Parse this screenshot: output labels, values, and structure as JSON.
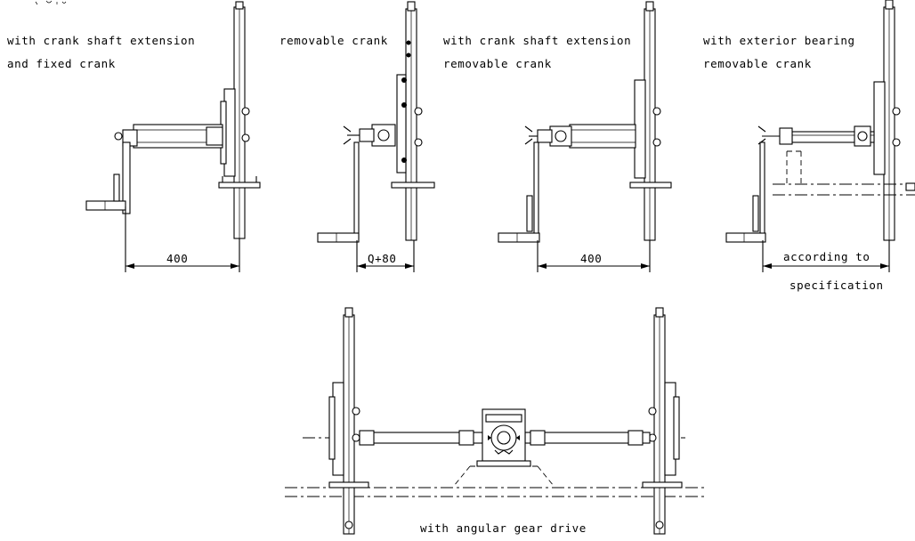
{
  "variants": [
    {
      "caption_lines": [
        "with crank shaft extension",
        "and fixed crank"
      ],
      "dimension": "400"
    },
    {
      "caption_lines": [
        "removable crank"
      ],
      "dimension": "Q+80"
    },
    {
      "caption_lines": [
        "with crank shaft extension",
        "removable crank"
      ],
      "dimension": "400"
    },
    {
      "caption_lines": [
        "with exterior bearing",
        "removable crank"
      ],
      "dimension_lines": [
        "according to",
        "specification"
      ]
    }
  ],
  "bottom": {
    "caption": "with angular gear drive"
  }
}
